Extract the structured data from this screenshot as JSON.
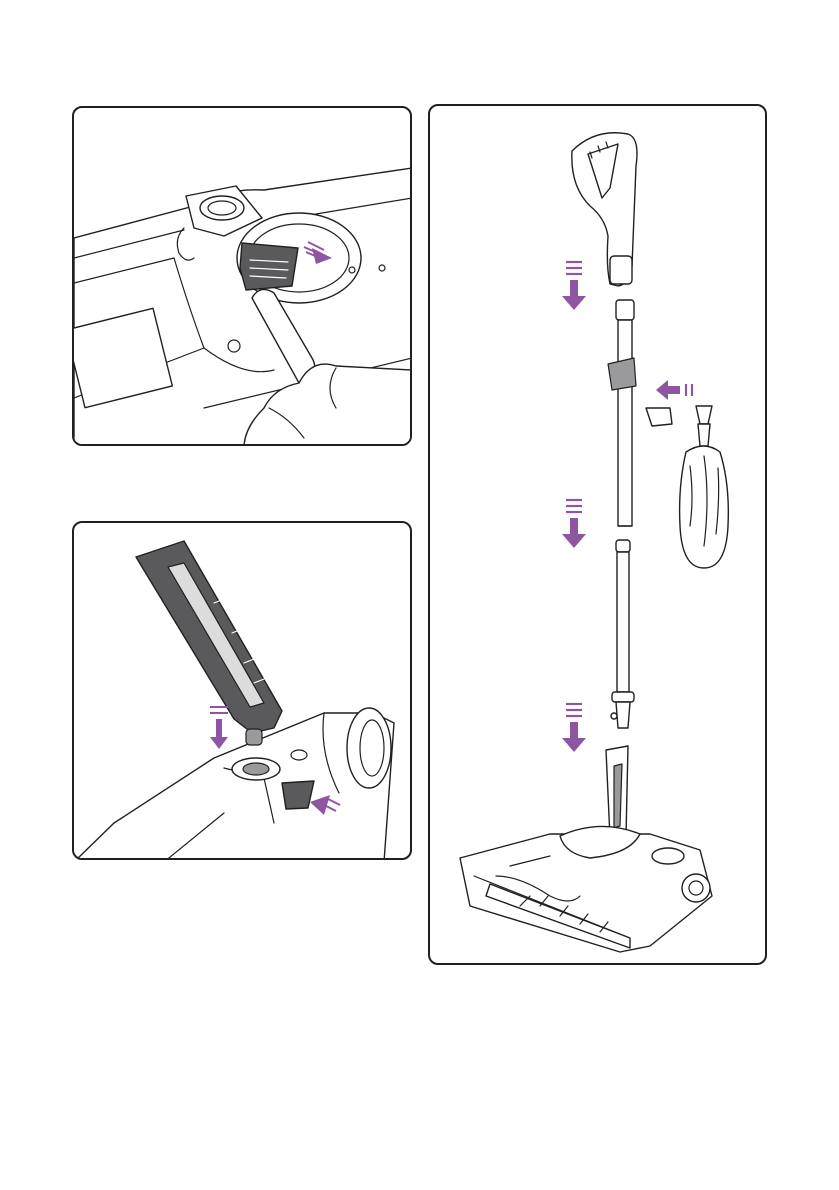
{
  "figure": {
    "panels": [
      {
        "id": "panel-top-left",
        "depicts": [
          "vacuum-body",
          "handle-release-catch",
          "finger"
        ]
      },
      {
        "id": "panel-bottom-left",
        "depicts": [
          "handle-grip",
          "vacuum-body",
          "release-catch"
        ]
      },
      {
        "id": "panel-right",
        "depicts": [
          "handle",
          "upper-tube",
          "lower-tube",
          "floor-head",
          "dusting-brush",
          "adaptor"
        ]
      }
    ],
    "colors": {
      "outline": "#231f20",
      "arrow_accent": "#8e55a2",
      "dark_part": "#5a5a5c",
      "mid_part": "#9a9a9c",
      "panel_border": "#231f20"
    },
    "icons": [
      "push-arrow-icon",
      "down-arrow-icon",
      "left-arrow-icon"
    ]
  }
}
